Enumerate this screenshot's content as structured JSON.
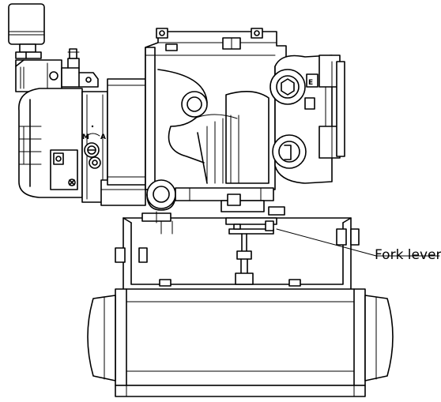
{
  "callout": {
    "label": "Fork lever"
  },
  "switch_marks": {
    "manual": "M",
    "auto": "A"
  },
  "cover_mark": "E"
}
